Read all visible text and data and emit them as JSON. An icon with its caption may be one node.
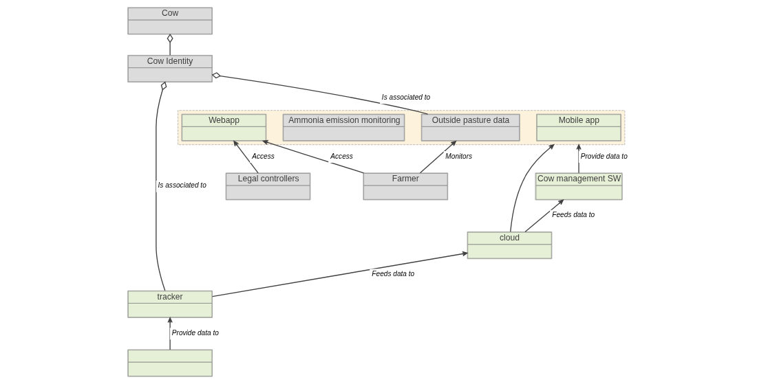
{
  "diagram": {
    "nodes": [
      {
        "text": [
          "Cow management SW"
        ]
      },
      {
        "text": [
          "cloud"
        ]
      },
      {
        "text": [
          "tracker"
        ]
      },
      {
        "text": [],
        "shape": "box"
      },
      {
        "text": [],
        "shape": "box"
      },
      {
        "text": [
          "Mobile app"
        ],
        "in": 4
      },
      {
        "text": [
          "Webapp"
        ],
        "in": 4
      },
      {
        "text": [
          "Ammonia emission monitoring"
        ],
        "in": 4
      },
      {
        "text": [
          "Outside pasture data"
        ],
        "in": 4
      },
      {
        "text": [
          "Legal controllers"
        ]
      },
      {
        "text": [
          "Farmer"
        ]
      },
      {
        "text": [
          "Cow Identity"
        ]
      },
      {
        "text": [
          "Cow"
        ]
      }
    ],
    "edges": [
      {
        "from": 1,
        "to": 0,
        "arrow": "to",
        "label": "Feeds data to"
      },
      {
        "from": 2,
        "to": 1,
        "arrow": "to",
        "label": "Feeds data to"
      },
      {
        "from": 3,
        "to": 2,
        "arrow": "to",
        "label": "Provide data to"
      },
      {
        "from": 0,
        "to": 4,
        "arrow": "to",
        "label": "Provide data to"
      },
      {
        "from": 1,
        "to": 4,
        "arrow": "to"
      },
      {
        "from": 9,
        "to": 6,
        "arrow": "to",
        "label": "Access"
      },
      {
        "from": 10,
        "to": 6,
        "arrow": "to",
        "label": "Access"
      },
      {
        "from": 10,
        "to": 8,
        "arrow": "to",
        "label": "Monitors"
      },
      {
        "from": 8,
        "to": 11,
        "arrow": "other",
        "label": "Is associated to"
      },
      {
        "from": 2,
        "to": 11,
        "arrow": "other",
        "label": "Is associated to"
      },
      {
        "from": 11,
        "to": 12,
        "arrow": "other"
      }
    ]
  }
}
